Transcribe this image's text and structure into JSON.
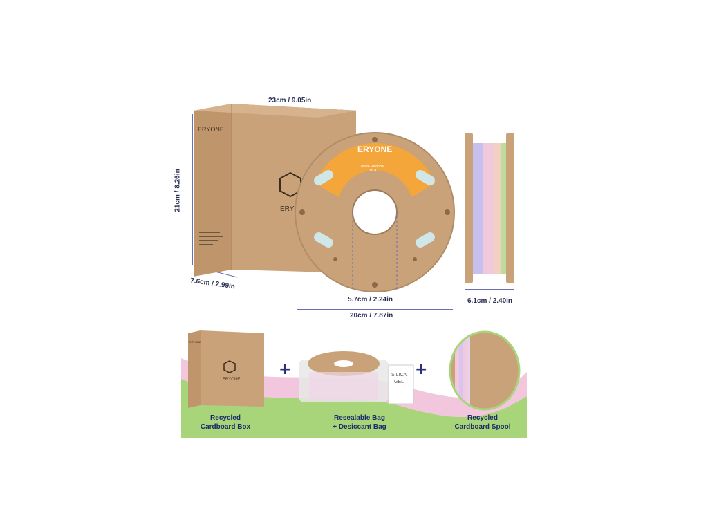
{
  "brand": "ERYONE",
  "top": {
    "box_width_label": "23cm / 9.05in",
    "box_height_label": "21cm / 8.26in",
    "box_depth_label": "7.6cm / 2.99in",
    "hub_label": "5.7cm / 2.24in",
    "spool_diameter_label": "20cm / 7.87in",
    "spool_width_label": "6.1cm / 2.40in"
  },
  "spool_sticker": {
    "brand": "ERYONE",
    "product": "Matte Rainbow PLA"
  },
  "bottom": {
    "item1_line1": "Recycled",
    "item1_line2": "Cardboard Box",
    "item2_line1": "Resealable Bag",
    "item2_line2": "+ Desiccant Bag",
    "item3_line1": "Recycled",
    "item3_line2": "Cardboard Spool",
    "plus": "+",
    "desiccant_text": "SILICA GEL"
  },
  "colors": {
    "cardboard": "#c9a27a",
    "cardboard_dark": "#a98460",
    "sticker": "#f4a63a",
    "green_band": "#a8d579",
    "pink_band": "#f2c6dc",
    "dim_line": "#6a6fb4",
    "caption_text": "#1e2a6b"
  }
}
